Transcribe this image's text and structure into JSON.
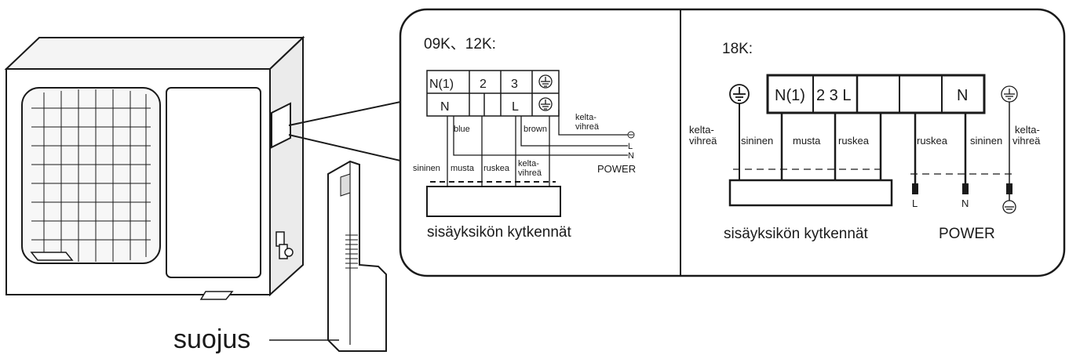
{
  "cover_label": "suojus",
  "left_panel": {
    "title": "09K、12K:",
    "terminals_top": [
      "N(1)",
      "2",
      "3"
    ],
    "terminals_bottom": [
      "N",
      "",
      "",
      "L"
    ],
    "wire_labels_top": [
      "blue",
      "brown"
    ],
    "power_wire_labels": [
      "kelta-",
      "vihreä",
      "L",
      "N"
    ],
    "power_label": "POWER",
    "bottom_wire_labels": [
      "sininen",
      "musta",
      "ruskea",
      "kelta-",
      "vihreä"
    ],
    "indoor_label": "sisäyksikön kytkennät"
  },
  "right_panel": {
    "title": "18K:",
    "terminals": [
      "N(1)",
      "2 3 L",
      "",
      "",
      "N"
    ],
    "left_ground_label": [
      "kelta-",
      "vihreä"
    ],
    "wire_labels": [
      "sininen",
      "musta",
      "ruskea",
      "ruskea",
      "sininen"
    ],
    "right_ground_label": [
      "kelta-",
      "vihreä"
    ],
    "power_pins": [
      "L",
      "N"
    ],
    "indoor_label": "sisäyksikön kytkennät",
    "power_label": "POWER"
  }
}
